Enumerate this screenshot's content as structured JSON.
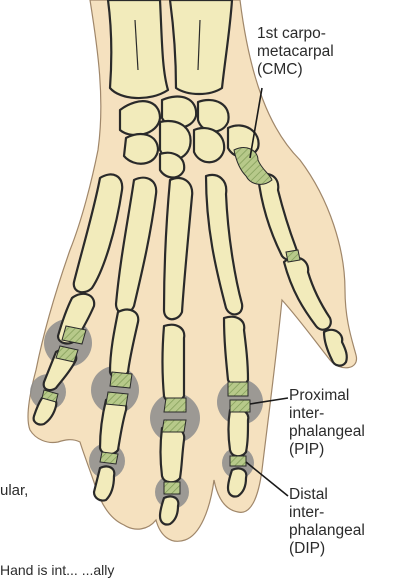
{
  "labels": {
    "cmc": "1st carpo-\nmetacarpal\n(CMC)",
    "pip": "Proximal\ninter-\nphalangeal\n(PIP)",
    "dip": "Distal\ninter-\nphalangeal\n(DIP)"
  },
  "fragments": {
    "left": "ular,",
    "bottom": "     Hand is int...  ...ally"
  },
  "colors": {
    "skin": "#f5e1bf",
    "bone": "#f2ebbb",
    "outline": "#2a2a2a",
    "joint_highlight": "#8d8d8d",
    "cartilage": "#b7c98a"
  }
}
